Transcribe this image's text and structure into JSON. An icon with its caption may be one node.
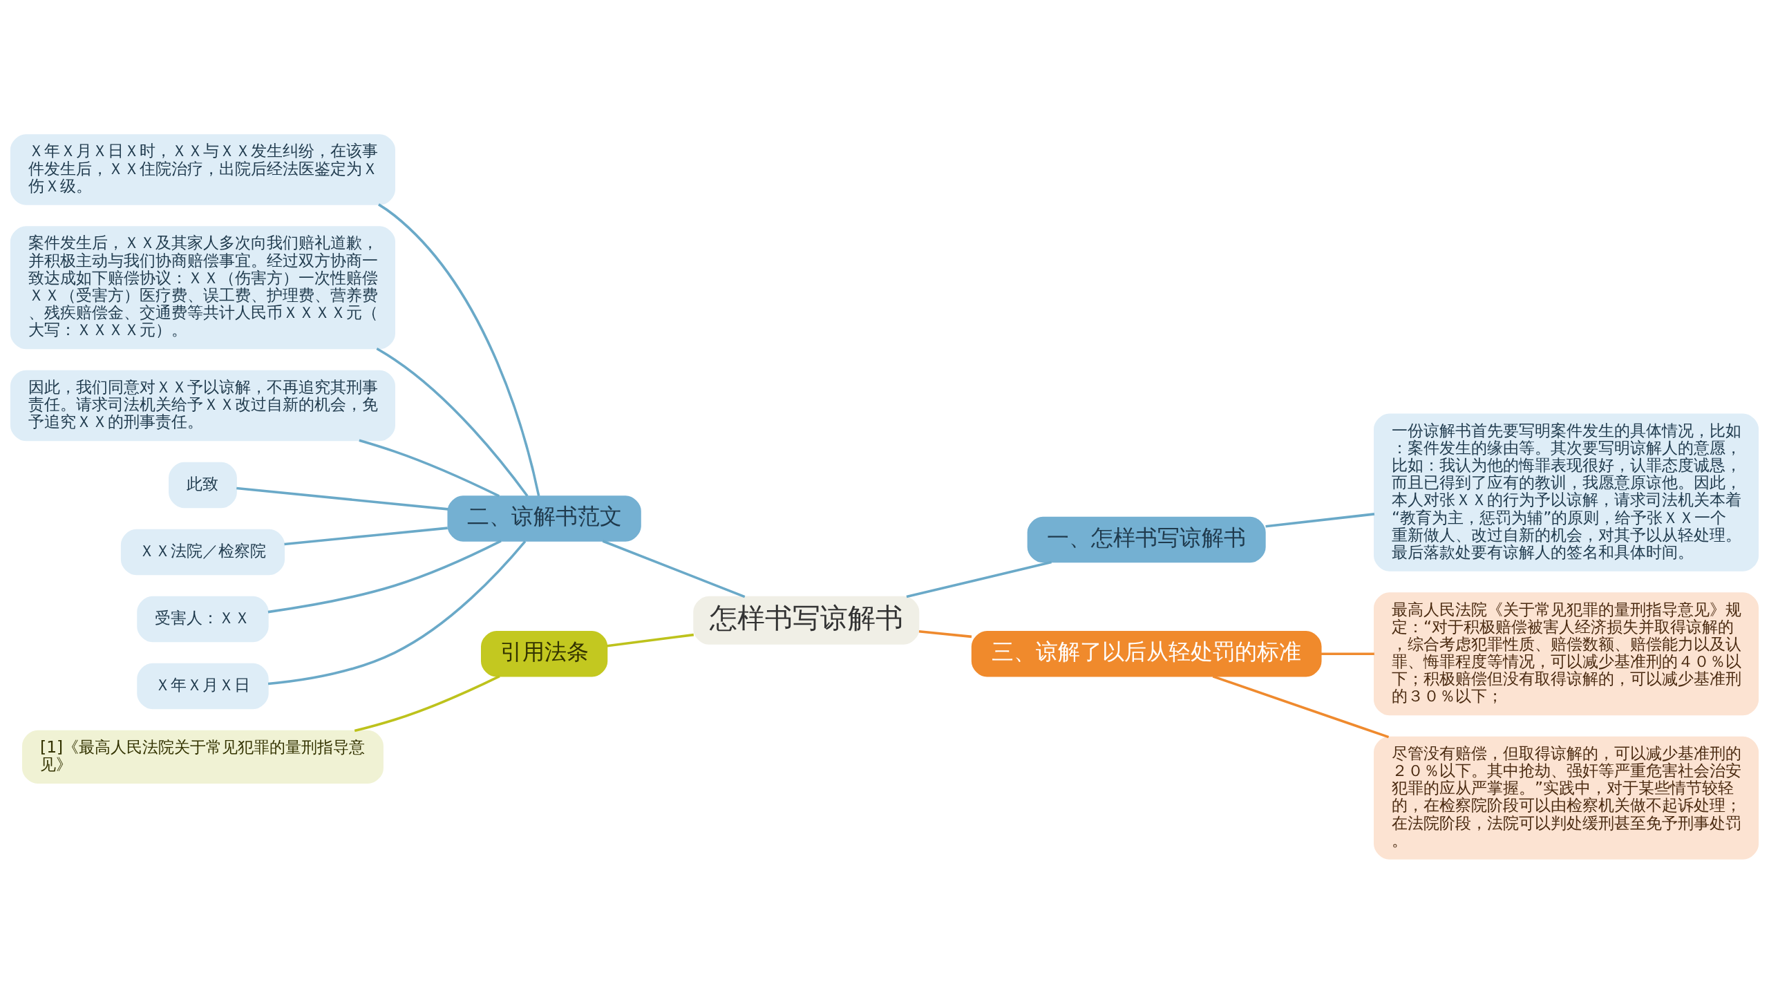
{
  "diagram": {
    "nodes": [
      {
        "text": [
          "怎样书写谅解书"
        ]
      },
      {
        "text": [
          "一、怎样书写谅解书"
        ]
      },
      {
        "text": [
          "一份谅解书首先要写明案件发生的具体情况，比如：案件发生的缘由等。其次要写明谅解人的意愿，比如：我认为他的悔罪表现很好，认罪态度诚恳，而且已得到了应有的教训，我愿意原谅他。因此，本人对张ＸＸ的行为予以谅解，请求司法机关本着“教育为主，惩罚为辅”的原则，给予张ＸＸ一个重新做人、改过自新的机会，对其予以从轻处理。最后落款处要有谅解人的签名和具体时间。"
        ]
      },
      {
        "text": [
          "二、谅解书范文"
        ]
      },
      {
        "text": [
          "Ｘ年Ｘ月Ｘ日Ｘ时，ＸＸ与ＸＸ发生纠纷，在该事件发生后，ＸＸ住院治疗，出院后经法医鉴定为Ｘ伤Ｘ级。"
        ]
      },
      {
        "text": [
          "案件发生后，ＸＸ及其家人多次向我们赔礼道歉，并积极主动与我们协商赔偿事宜。经过双方协商一致达成如下赔偿协议：ＸＸ（伤害方）一次性赔偿ＸＸ（受害方）医疗费、误工费、护理费、营养费、残疾赔偿金、交通费等共计人民币ＸＸＸＸ元（大写：ＸＸＸＸ元）。"
        ]
      },
      {
        "text": [
          "因此，我们同意对ＸＸ予以谅解，不再追究其刑事责任。请求司法机关给予ＸＸ改过自新的机会，免予追究ＸＸ的刑事责任。"
        ]
      },
      {
        "text": [
          "此致"
        ]
      },
      {
        "text": [
          "ＸＸ法院／检察院"
        ]
      },
      {
        "text": [
          "受害人：ＸＸ"
        ]
      },
      {
        "text": [
          "Ｘ年Ｘ月Ｘ日"
        ]
      },
      {
        "text": [
          "三、谅解了以后从轻处罚的标准"
        ]
      },
      {
        "text": [
          "最高人民法院《关于常见犯罪的量刑指导意见》规定：“对于积极赔偿被害人经济损失并取得谅解的，综合考虑犯罪性质、赔偿数额、赔偿能力以及认罪、悔罪程度等情况，可以减少基准刑的４０％以下；积极赔偿但没有取得谅解的，可以减少基准刑的３０％以下；"
        ]
      },
      {
        "text": [
          "尽管没有赔偿，但取得谅解的，可以减少基准刑的２０％以下。其中抢劫、强奸等严重危害社会治安犯罪的应从严掌握。”实践中，对于某些情节较轻的，在检察院阶段可以由检察机关做不起诉处理；在法院阶段，法院可以判处缓刑甚至免予刑事处罚。"
        ]
      },
      {
        "text": [
          "引用法条"
        ]
      },
      {
        "text": [
          "[1]《最高人民法院关于常见犯罪的量刑指导意见》"
        ]
      }
    ],
    "edges": [
      {
        "from": 0,
        "to": 1,
        "arrow": "none"
      },
      {
        "from": 1,
        "to": 2,
        "arrow": "none"
      },
      {
        "from": 3,
        "to": 0,
        "arrow": "none"
      },
      {
        "from": 4,
        "to": 3,
        "arrow": "none"
      },
      {
        "from": 5,
        "to": 3,
        "arrow": "none"
      },
      {
        "from": 6,
        "to": 3,
        "arrow": "none"
      },
      {
        "from": 7,
        "to": 3,
        "arrow": "none"
      },
      {
        "from": 8,
        "to": 3,
        "arrow": "none"
      },
      {
        "from": 9,
        "to": 3,
        "arrow": "none"
      },
      {
        "from": 10,
        "to": 3,
        "arrow": "none"
      },
      {
        "from": 0,
        "to": 11,
        "arrow": "none",
        "color": "#ef8a2e"
      },
      {
        "from": 11,
        "to": 12,
        "arrow": "none",
        "color": "#ef8a2e"
      },
      {
        "from": 11,
        "to": 13,
        "arrow": "none",
        "color": "#ef8a2e"
      },
      {
        "from": 14,
        "to": 0,
        "arrow": "none",
        "color": "#bdc21c"
      },
      {
        "from": 15,
        "to": 14,
        "arrow": "none",
        "color": "#bdc21c"
      }
    ]
  }
}
